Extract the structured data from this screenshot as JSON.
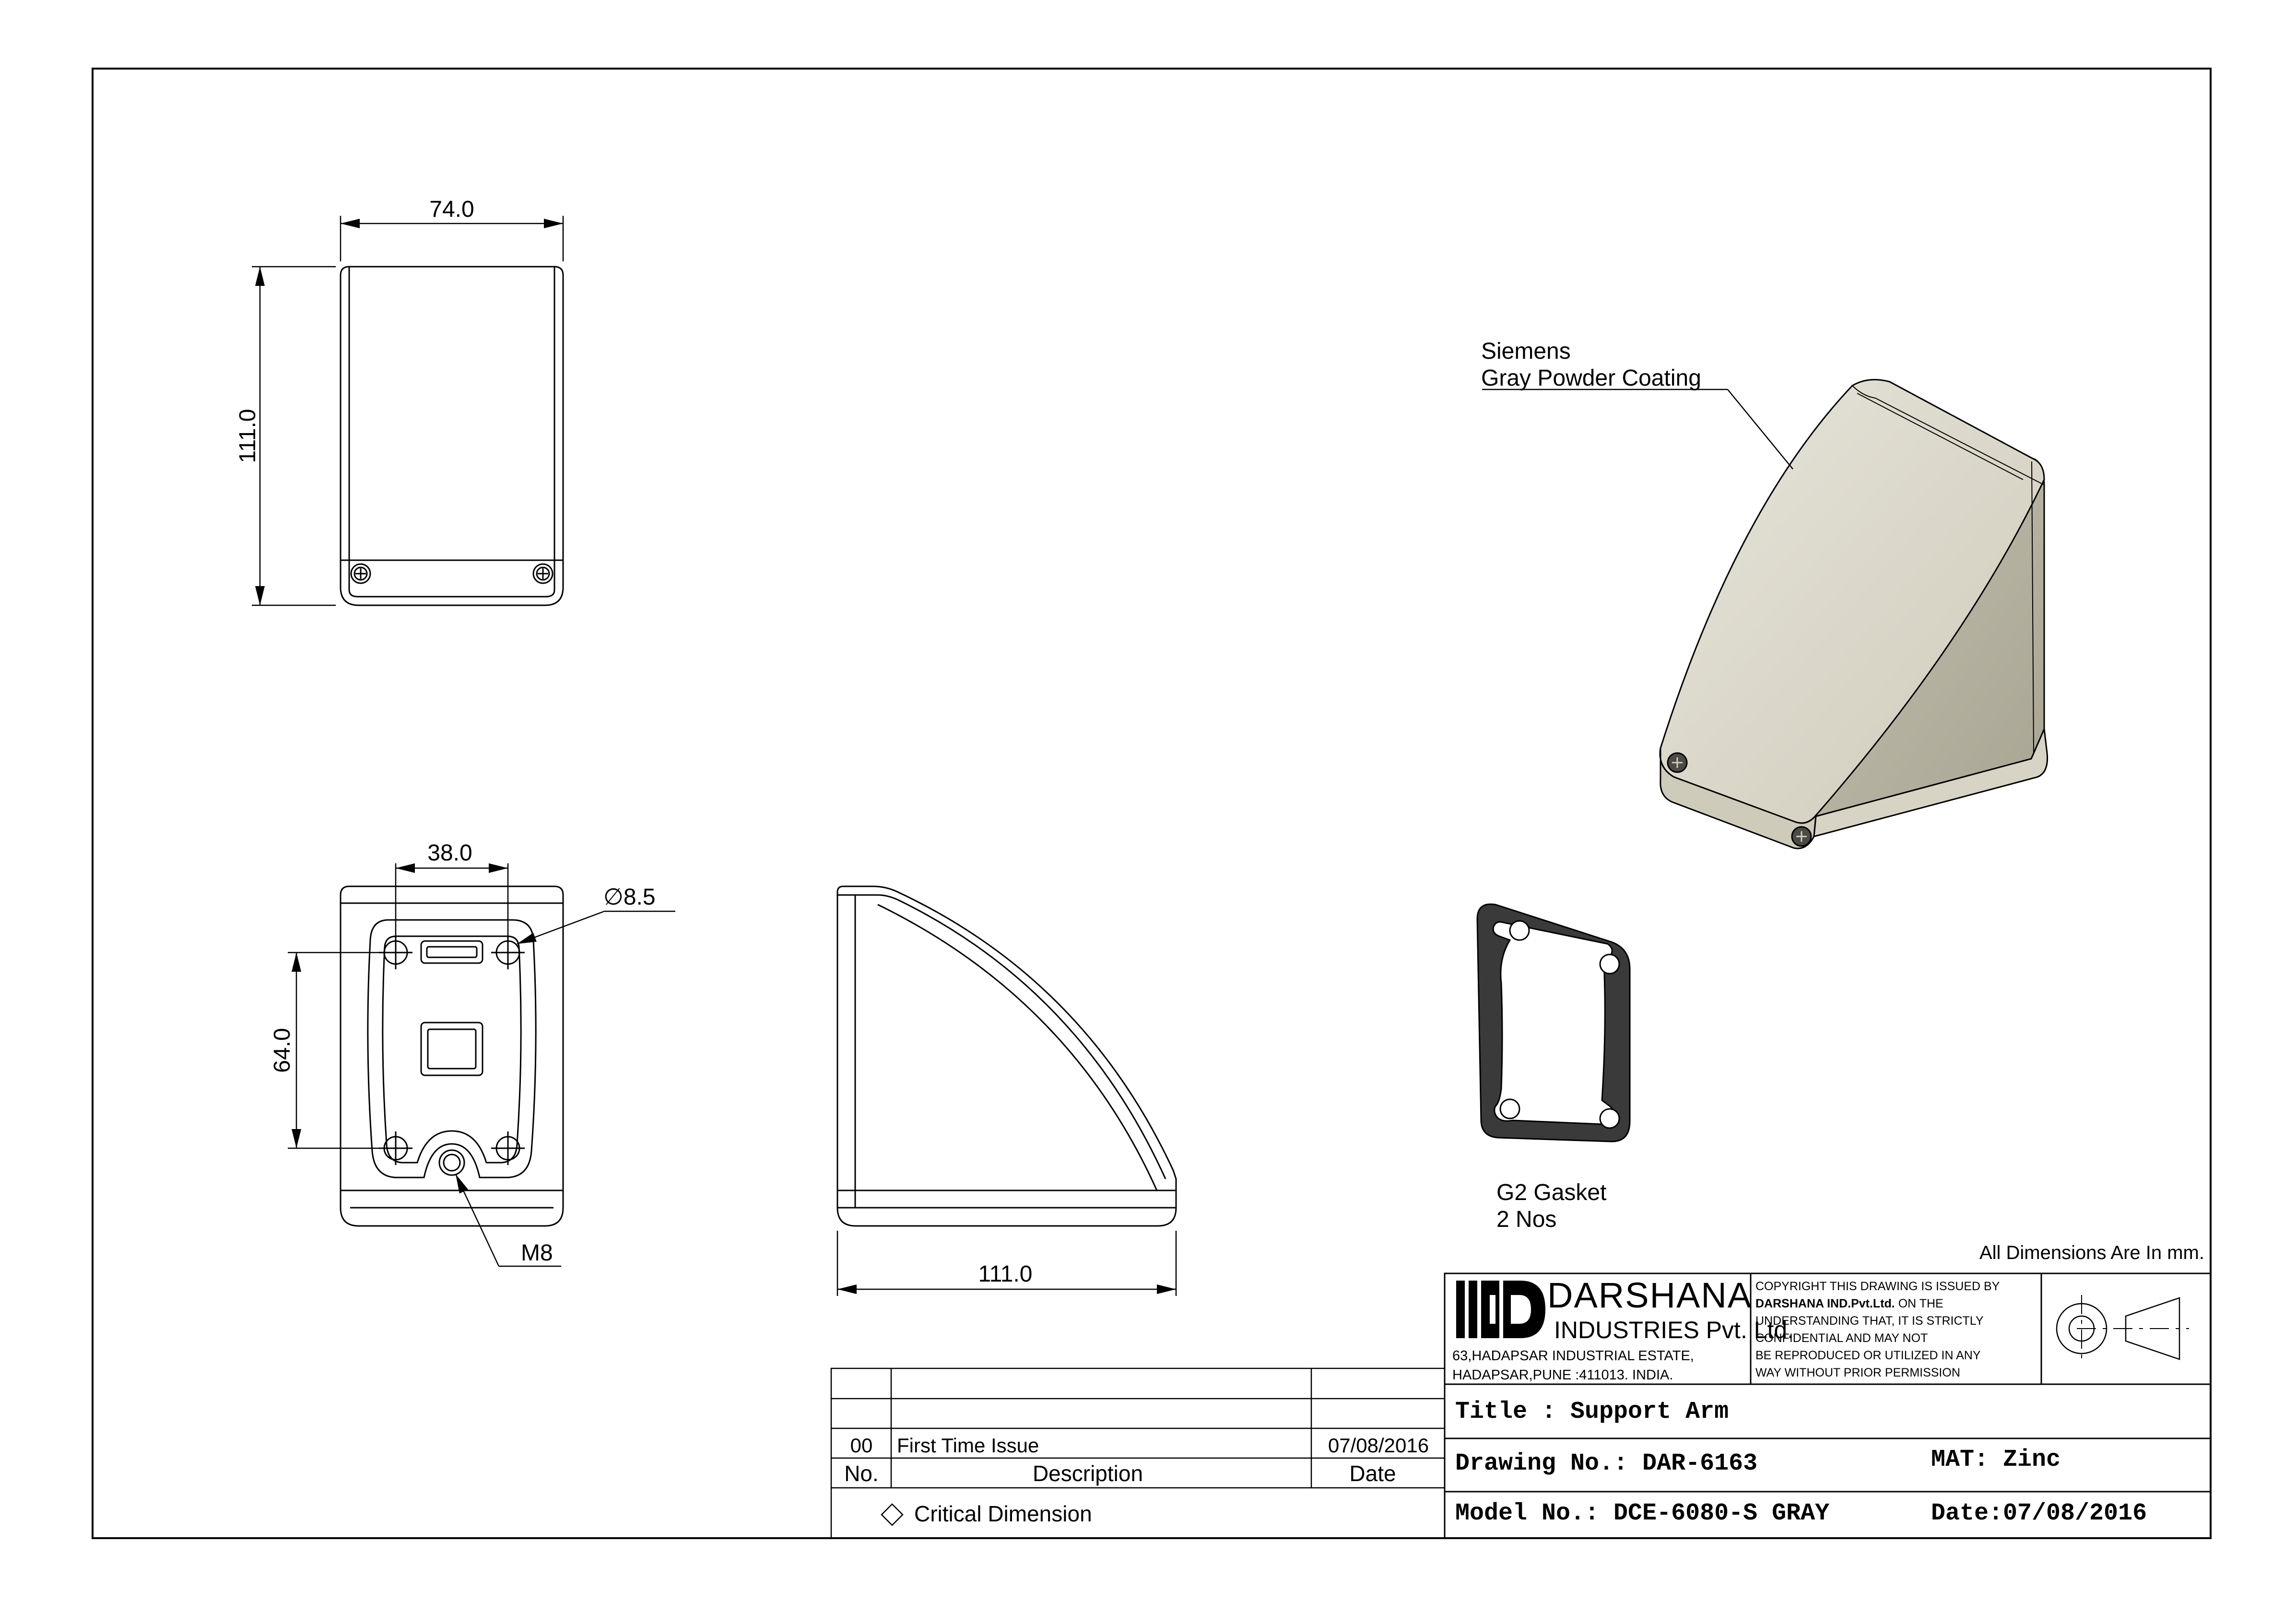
{
  "views": {
    "top": {
      "width_dim": "74.0",
      "height_dim": "111.0"
    },
    "bottom": {
      "hole_spacing_x": "38.0",
      "hole_spacing_y": "64.0",
      "hole_dia": "∅8.5",
      "thread": "M8"
    },
    "side": {
      "length_dim": "111.0"
    }
  },
  "iso": {
    "callout_line1": "Siemens",
    "callout_line2": "Gray Powder Coating"
  },
  "gasket": {
    "line1": "G2 Gasket",
    "line2": "2 Nos"
  },
  "note_units": "All Dimensions Are In mm.",
  "company": {
    "name": "DARSHANA",
    "subname": "INDUSTRIES Pvt. Ltd.",
    "address1": "63,HADAPSAR INDUSTRIAL ESTATE,",
    "address2": "HADAPSAR,PUNE :411013. INDIA.",
    "copyright": [
      "COPYRIGHT THIS DRAWING IS ISSUED BY",
      "DARSHANA IND.Pvt.Ltd.",
      " ON THE",
      "UNDERSTANDING THAT, IT IS STRICTLY",
      "CONFIDENTIAL AND MAY NOT",
      "BE REPRODUCED OR UTILIZED IN ANY",
      "WAY WITHOUT PRIOR PERMISSION"
    ]
  },
  "title_block": {
    "title": "Title : Support Arm",
    "drawing_no": "Drawing No.: DAR-6163",
    "mat": "MAT: Zinc",
    "model_no": "Model No.: DCE-6080-S GRAY",
    "date": "Date:07/08/2016"
  },
  "revision": {
    "rows": [
      {
        "no": "00",
        "description": "First Time Issue",
        "date": "07/08/2016"
      }
    ],
    "headers": {
      "no": "No.",
      "description": "Description",
      "date": "Date"
    },
    "critical": "Critical Dimension"
  },
  "colors": {
    "line": "#000000",
    "body_fill": "#dcd9cc",
    "body_side": "#b9b5a5",
    "body_edge": "#ecebe3"
  }
}
